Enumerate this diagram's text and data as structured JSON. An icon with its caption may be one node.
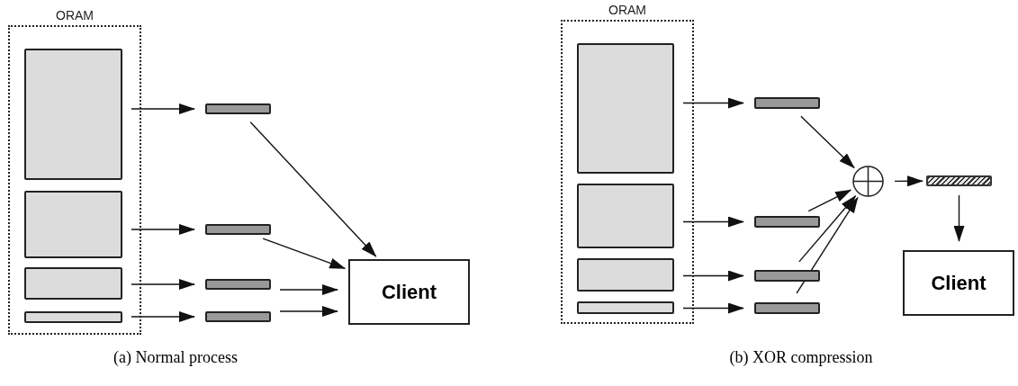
{
  "diagram": {
    "nodes": [
      {
        "text": [
          "ORAM"
        ]
      },
      {
        "text": [],
        "shape": "box",
        "in": 0
      },
      {
        "text": [],
        "shape": "box",
        "in": 0
      },
      {
        "text": [],
        "shape": "box",
        "in": 0
      },
      {
        "text": [],
        "shape": "box",
        "in": 0
      },
      {
        "text": [],
        "shape": "bar"
      },
      {
        "text": [],
        "shape": "bar"
      },
      {
        "text": [],
        "shape": "bar"
      },
      {
        "text": [],
        "shape": "bar"
      },
      {
        "text": [
          "Client"
        ]
      },
      {
        "text": [
          "ORAM"
        ]
      },
      {
        "text": [],
        "shape": "box",
        "in": 10
      },
      {
        "text": [],
        "shape": "box",
        "in": 10
      },
      {
        "text": [],
        "shape": "box",
        "in": 10
      },
      {
        "text": [],
        "shape": "box",
        "in": 10
      },
      {
        "text": [],
        "shape": "bar"
      },
      {
        "text": [],
        "shape": "bar"
      },
      {
        "text": [],
        "shape": "bar"
      },
      {
        "text": [],
        "shape": "bar"
      },
      {
        "text": [],
        "shape": "circle"
      },
      {
        "text": [],
        "shape": "bar"
      },
      {
        "text": [
          "Client"
        ]
      }
    ],
    "edges": [
      {
        "from": 1,
        "to": 5,
        "arrow": "to"
      },
      {
        "from": 2,
        "to": 6,
        "arrow": "to"
      },
      {
        "from": 3,
        "to": 7,
        "arrow": "to"
      },
      {
        "from": 4,
        "to": 8,
        "arrow": "to"
      },
      {
        "from": 5,
        "to": 9,
        "arrow": "to"
      },
      {
        "from": 6,
        "to": 9,
        "arrow": "to"
      },
      {
        "from": 7,
        "to": 9,
        "arrow": "to"
      },
      {
        "from": 8,
        "to": 9,
        "arrow": "to"
      },
      {
        "from": 11,
        "to": 15,
        "arrow": "to"
      },
      {
        "from": 12,
        "to": 16,
        "arrow": "to"
      },
      {
        "from": 13,
        "to": 17,
        "arrow": "to"
      },
      {
        "from": 14,
        "to": 18,
        "arrow": "to"
      },
      {
        "from": 15,
        "to": 19,
        "arrow": "to"
      },
      {
        "from": 16,
        "to": 19,
        "arrow": "to"
      },
      {
        "from": 17,
        "to": 19,
        "arrow": "to"
      },
      {
        "from": 18,
        "to": 19,
        "arrow": "to"
      },
      {
        "from": 19,
        "to": 20,
        "arrow": "to"
      },
      {
        "from": 20,
        "to": 21,
        "arrow": "to"
      }
    ],
    "labels": [
      "(a) Normal process",
      "(b) XOR compression"
    ]
  }
}
